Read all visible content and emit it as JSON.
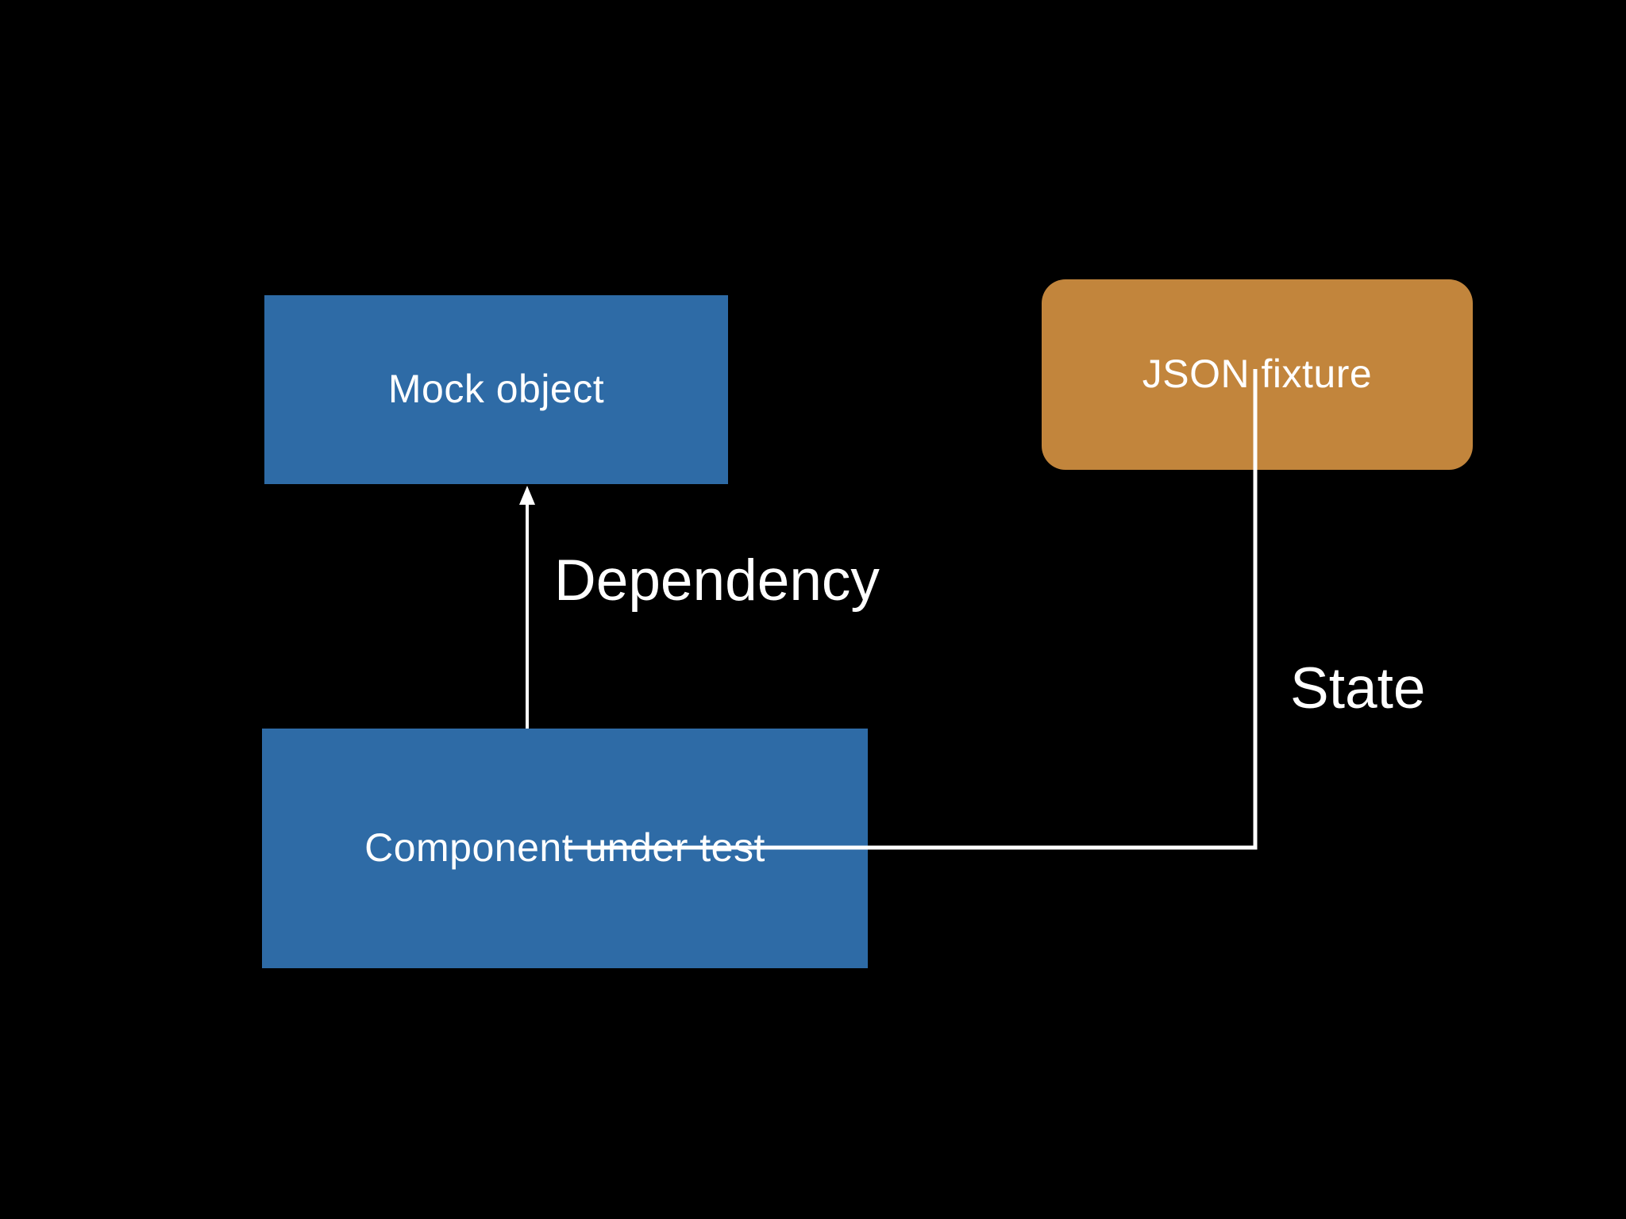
{
  "canvas": {
    "background_color": "#000000",
    "line_color": "#ffffff",
    "text_color": "#ffffff"
  },
  "nodes": {
    "mock_object": {
      "label": "Mock object",
      "fill": "#2e6ba6",
      "shape": "rectangle"
    },
    "json_fixture": {
      "label": "JSON fixture",
      "fill": "#c2853c",
      "shape": "rounded-rectangle"
    },
    "component_under_test": {
      "label": "Component under test",
      "fill": "#2e6ba6",
      "shape": "rectangle"
    }
  },
  "edges": {
    "dependency": {
      "label": "Dependency",
      "from": "component_under_test",
      "to": "mock_object",
      "style": "straight-arrow-up"
    },
    "state": {
      "label": "State",
      "from": "component_under_test",
      "to": "json_fixture",
      "style": "elbow-line"
    }
  }
}
